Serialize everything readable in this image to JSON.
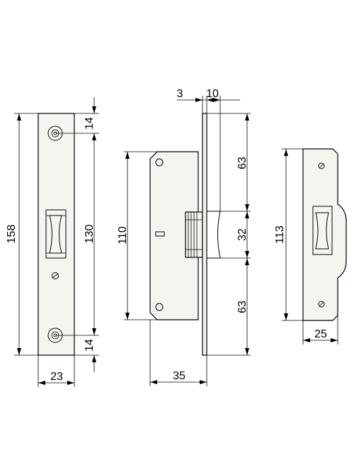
{
  "dimensions": {
    "faceplate_length": "158",
    "faceplate_hole_spacing": "130",
    "faceplate_top_offset": "14",
    "faceplate_bottom_offset": "14",
    "faceplate_width": "23",
    "body_height": "110",
    "backset": "35",
    "plate_thickness": "3",
    "bolt_projection": "10",
    "upper_offset": "63",
    "bolt_height": "32",
    "lower_offset": "63",
    "strike_length": "113",
    "strike_width": "25"
  },
  "colors": {
    "line": "#000000",
    "part_fill": "#f5f5f0",
    "background": "#ffffff"
  }
}
